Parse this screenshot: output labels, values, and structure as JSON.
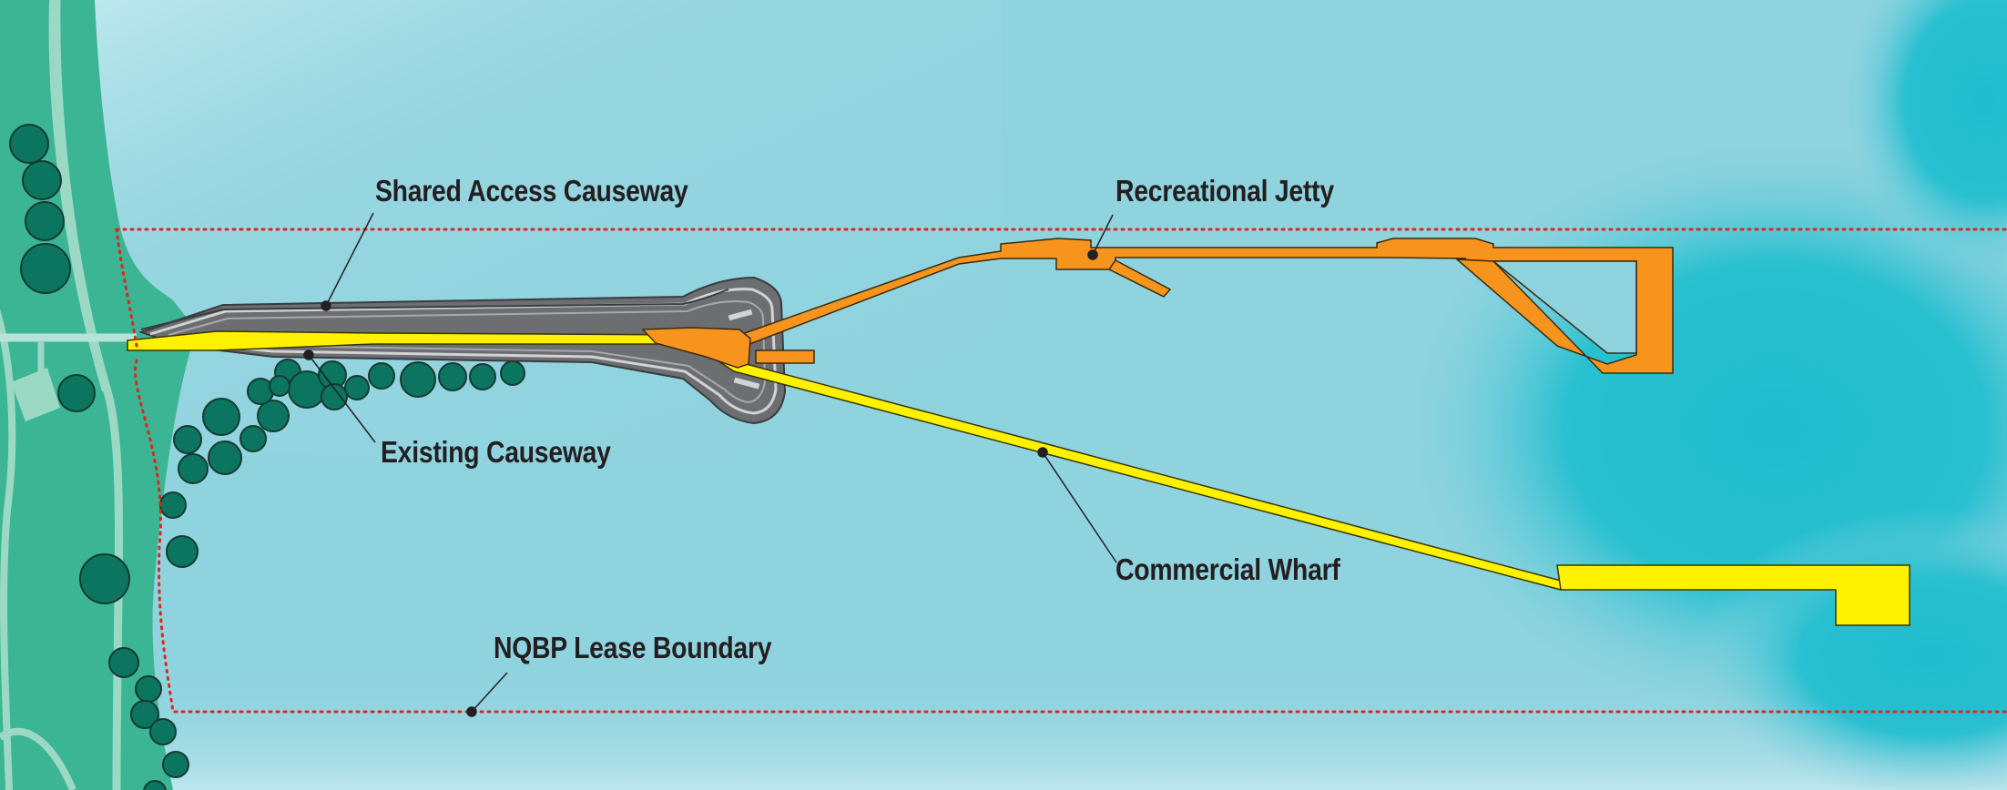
{
  "labels": {
    "shared_access_causeway": "Shared Access Causeway",
    "recreational_jetty": "Recreational Jetty",
    "existing_causeway": "Existing Causeway",
    "commercial_wharf": "Commercial Wharf",
    "nqbp_lease_boundary": "NQBP Lease Boundary"
  },
  "colors": {
    "water_light": "#b8e4ea",
    "water_mid": "#8fd3df",
    "water_deep": "#1fbccd",
    "land": "#3bb593",
    "path": "#9bd9c5",
    "trees": "#0c7560",
    "causeway_grey": "#6d6e71",
    "commercial_wharf": "#fff200",
    "recreational_jetty": "#f7941d",
    "lease_boundary": "#e2231a",
    "label_text": "#231f20"
  }
}
